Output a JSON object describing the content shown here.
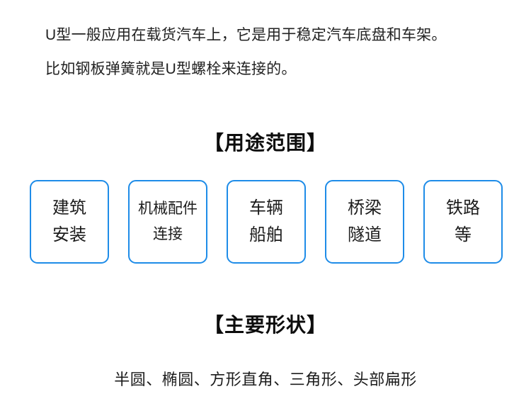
{
  "page": {
    "background_color": "#ffffff",
    "accent_color": "#1e8ce8",
    "text_color": "#1c1c1c"
  },
  "intro": {
    "line1": "U型一般应用在载货汽车上，它是用于稳定汽车底盘和车架。",
    "line2": "比如钢板弹簧就是U型螺栓来连接的。"
  },
  "usage": {
    "heading": "【用途范围】",
    "boxes": [
      {
        "line1": "建筑",
        "line2": "安装"
      },
      {
        "line1": "机械配件",
        "line2": "连接"
      },
      {
        "line1": "车辆",
        "line2": "船舶"
      },
      {
        "line1": "桥梁",
        "line2": "隧道"
      },
      {
        "line1": "铁路",
        "line2": "等"
      }
    ]
  },
  "shapes": {
    "heading": "【主要形状】",
    "list": "半圆、椭圆、方形直角、三角形、头部扁形"
  }
}
